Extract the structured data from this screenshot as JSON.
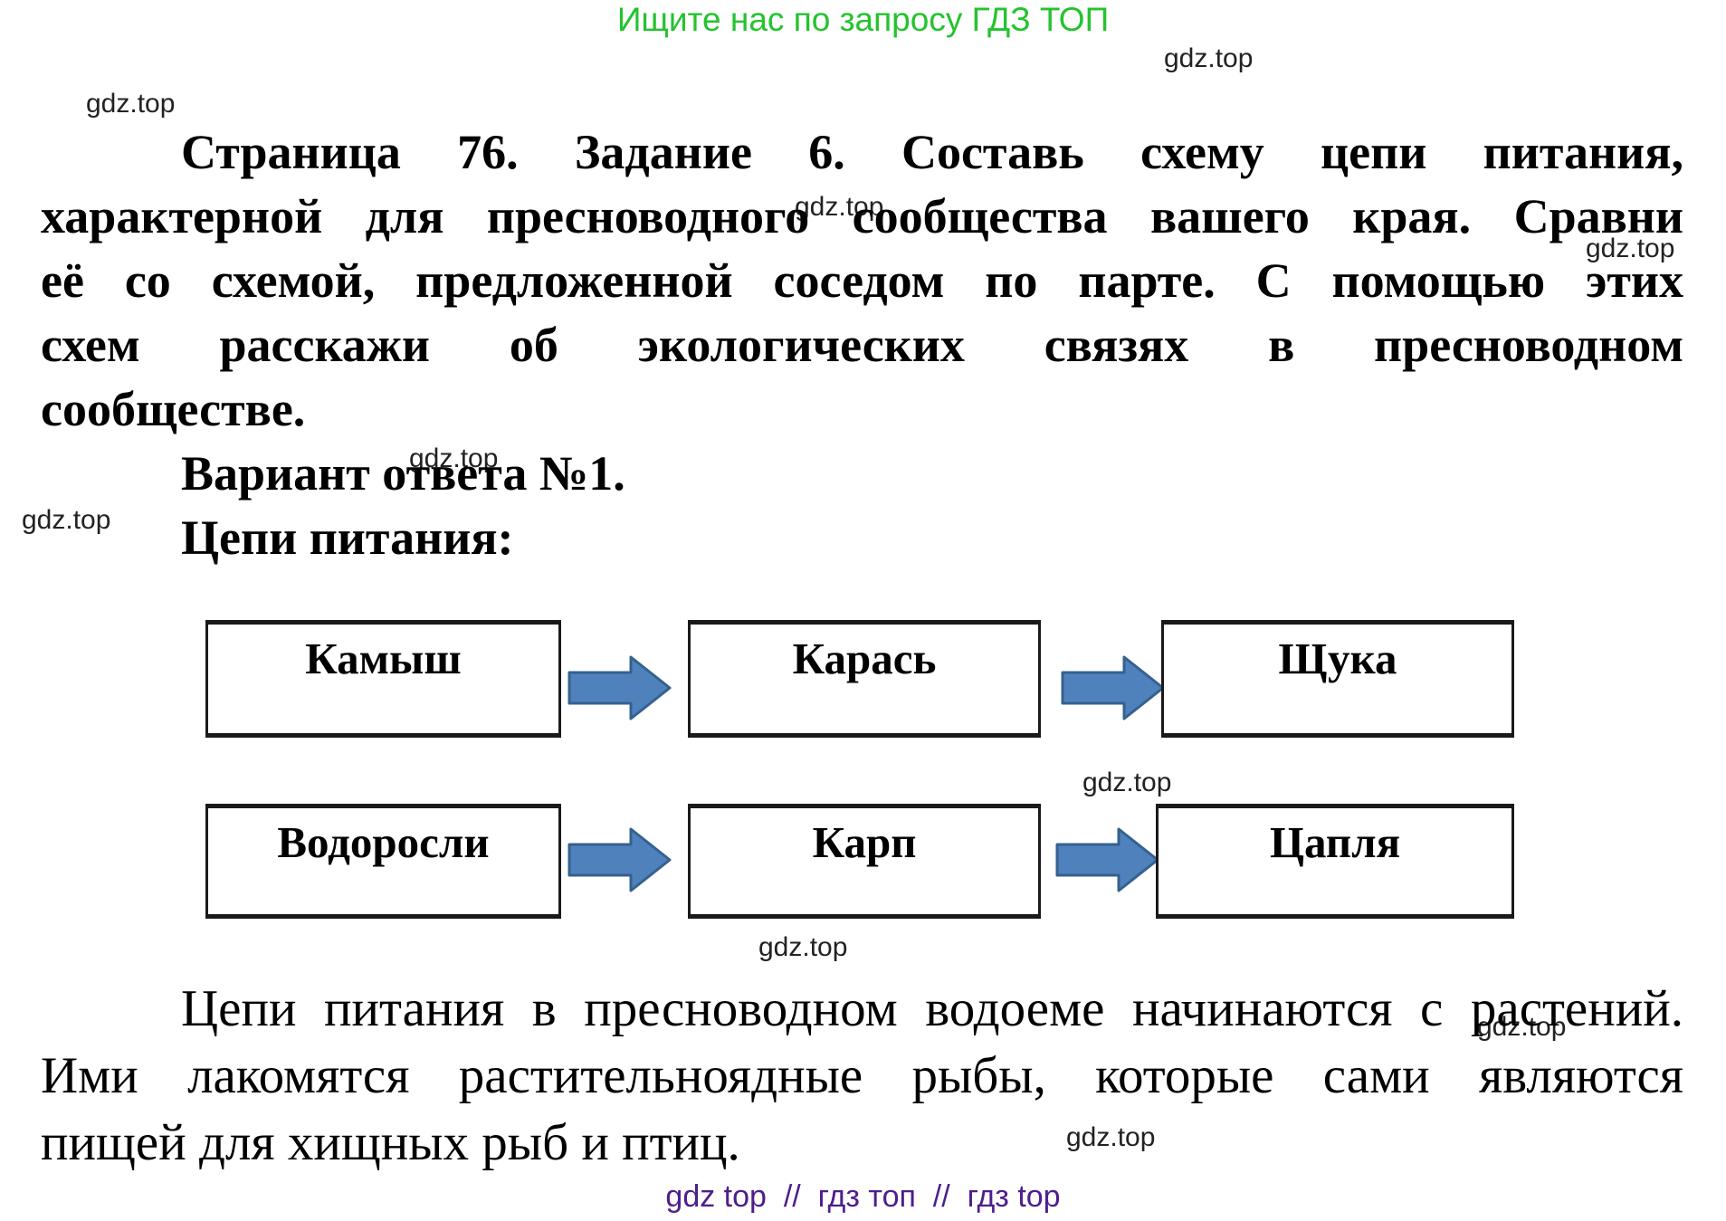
{
  "header": {
    "promo_text": "Ищите нас по запросу ГДЗ ТОП",
    "promo_color": "#24c32e"
  },
  "watermark": {
    "label": "gdz.top",
    "count": 11
  },
  "task": {
    "lines": [
      "Страница 76. Задание 6. Составь схему цепи питания,",
      "характерной для пресноводного сообщества вашего края. Сравни",
      "её со схемой, предложенной соседом по парте. С помощью этих",
      "схем расскажи об экологических связях в пресноводном",
      "сообществе."
    ],
    "answer_variant": "Вариант ответа №1.",
    "chains_heading": "Цепи питания:"
  },
  "diagram": {
    "arrow_fill": "#4f81bd",
    "arrow_stroke": "#35618e",
    "chains": [
      {
        "nodes": [
          "Камыш",
          "Карась",
          "Щука"
        ]
      },
      {
        "nodes": [
          "Водоросли",
          "Карп",
          "Цапля"
        ]
      }
    ]
  },
  "explanation": {
    "lines": [
      "Цепи питания в пресноводном водоеме начинаются с растений.",
      "Ими лакомятся растительноядные рыбы, которые сами являются",
      "пищей для хищных рыб и птиц."
    ]
  },
  "footer": {
    "text": "gdz top  //  гдз топ  //  гдз top",
    "color": "#4e1e8e"
  }
}
